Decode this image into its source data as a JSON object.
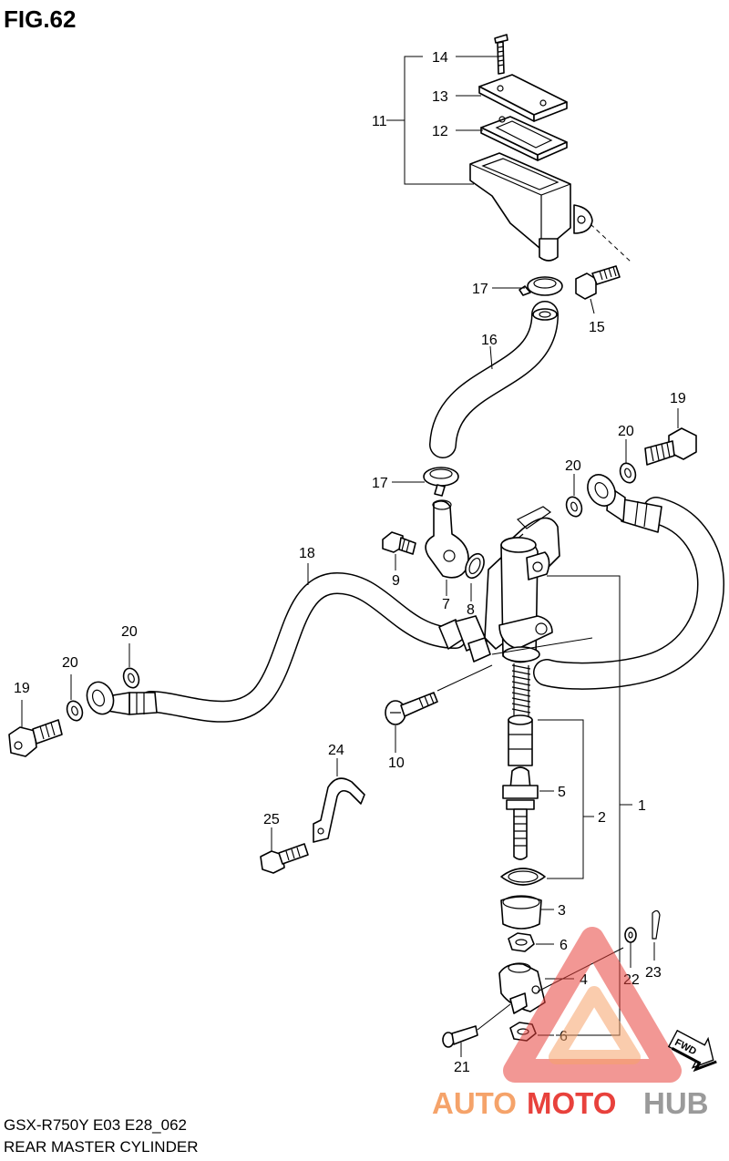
{
  "figure": {
    "title": "FIG.62"
  },
  "footer": {
    "model_code": "GSX-R750Y E03 E28_062",
    "caption": "REAR MASTER CYLINDER"
  },
  "callouts": {
    "p1": "1",
    "p2": "2",
    "p3": "3",
    "p4": "4",
    "p5": "5",
    "p6a": "6",
    "p6b": "6",
    "p7": "7",
    "p8": "8",
    "p9": "9",
    "p10": "10",
    "p11": "11",
    "p12": "12",
    "p13": "13",
    "p14": "14",
    "p15": "15",
    "p16": "16",
    "p17a": "17",
    "p17b": "17",
    "p18": "18",
    "p19a": "19",
    "p19b": "19",
    "p20a": "20",
    "p20b": "20",
    "p20c": "20",
    "p20d": "20",
    "p21": "21",
    "p22": "22",
    "p23": "23",
    "p24": "24",
    "p25": "25"
  },
  "fwd_label": "FWD",
  "watermark": {
    "brand_part1": "AUTO",
    "brand_part2": "MOTO",
    "brand_part3": "HUB",
    "colors": {
      "orange": "#f5a36a",
      "red": "#e8413c",
      "gray": "#9a9a9a"
    }
  }
}
